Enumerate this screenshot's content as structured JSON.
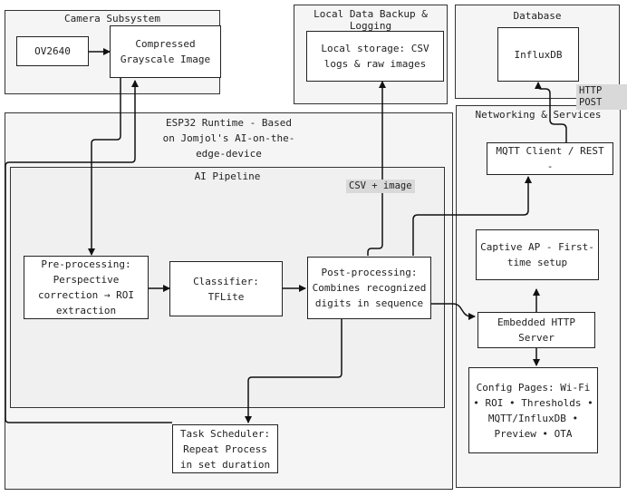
{
  "groups": {
    "camera": "Camera Subsystem",
    "backup": "Local Data Backup & Logging",
    "database": "Database",
    "runtime": "ESP32 Runtime - Based on Jomjol's AI-on-the-edge-device",
    "networking": "Networking & Services",
    "pipeline": "AI Pipeline"
  },
  "nodes": {
    "ov2640": "OV2640",
    "compressed": "Compressed Grayscale Image",
    "local_storage": "Local storage: CSV logs & raw images",
    "influxdb": "InfluxDB",
    "mqtt_client": "MQTT Client / REST -",
    "captive_ap": "Captive AP - First-time setup",
    "http_server": "Embedded HTTP Server",
    "config_pages": "Config Pages: Wi-Fi • ROI • Thresholds • MQTT/InfluxDB • Preview • OTA",
    "preprocessing": "Pre-processing: Perspective correction → ROI extraction",
    "classifier": "Classifier: TFLite",
    "postprocessing": "Post-processing: Combines recognized digits in sequence",
    "scheduler": "Task Scheduler: Repeat Process in set duration"
  },
  "edge_labels": {
    "csv_image": "CSV + image",
    "http_post": "HTTP POST"
  },
  "colors": {
    "group_fill": "#f5f5f5",
    "node_fill": "#ffffff",
    "stroke": "#222222",
    "label_fill": "#d9d9d9"
  }
}
